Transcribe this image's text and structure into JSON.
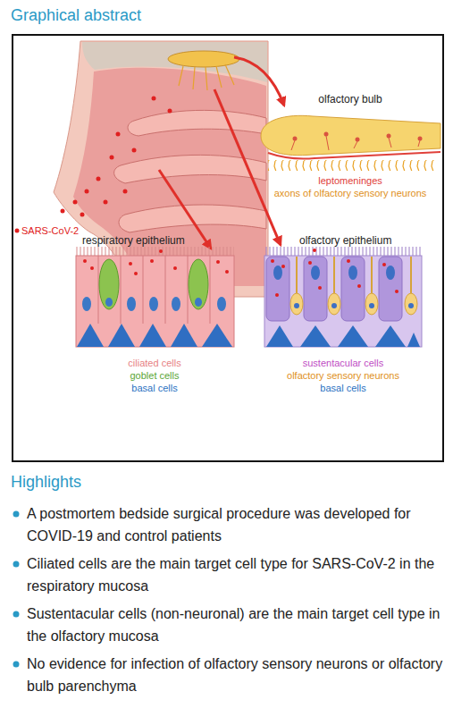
{
  "diagram": {
    "title": "Graphical abstract",
    "labels": [
      "olfactory bulb",
      "leptomeninges",
      "axons of olfactory sensory neurons",
      "SARS-CoV-2",
      "respiratory epithelium",
      "olfactory epithelium",
      "ciliated cells",
      "goblet cells",
      "basal cells",
      "sustentacular cells",
      "olfactory sensory neurons",
      "basal cells",
      "Highlights",
      "A postmortem bedside surgical procedure was developed for COVID-19 and control patients",
      "Ciliated cells are the main target cell type for SARS-CoV-2 in the respiratory mucosa",
      "Sustentacular cells (non-neuronal) are the main target cell type in the olfactory mucosa",
      "No evidence for infection of olfactory sensory neurons or olfactory bulb parenchyma"
    ]
  }
}
